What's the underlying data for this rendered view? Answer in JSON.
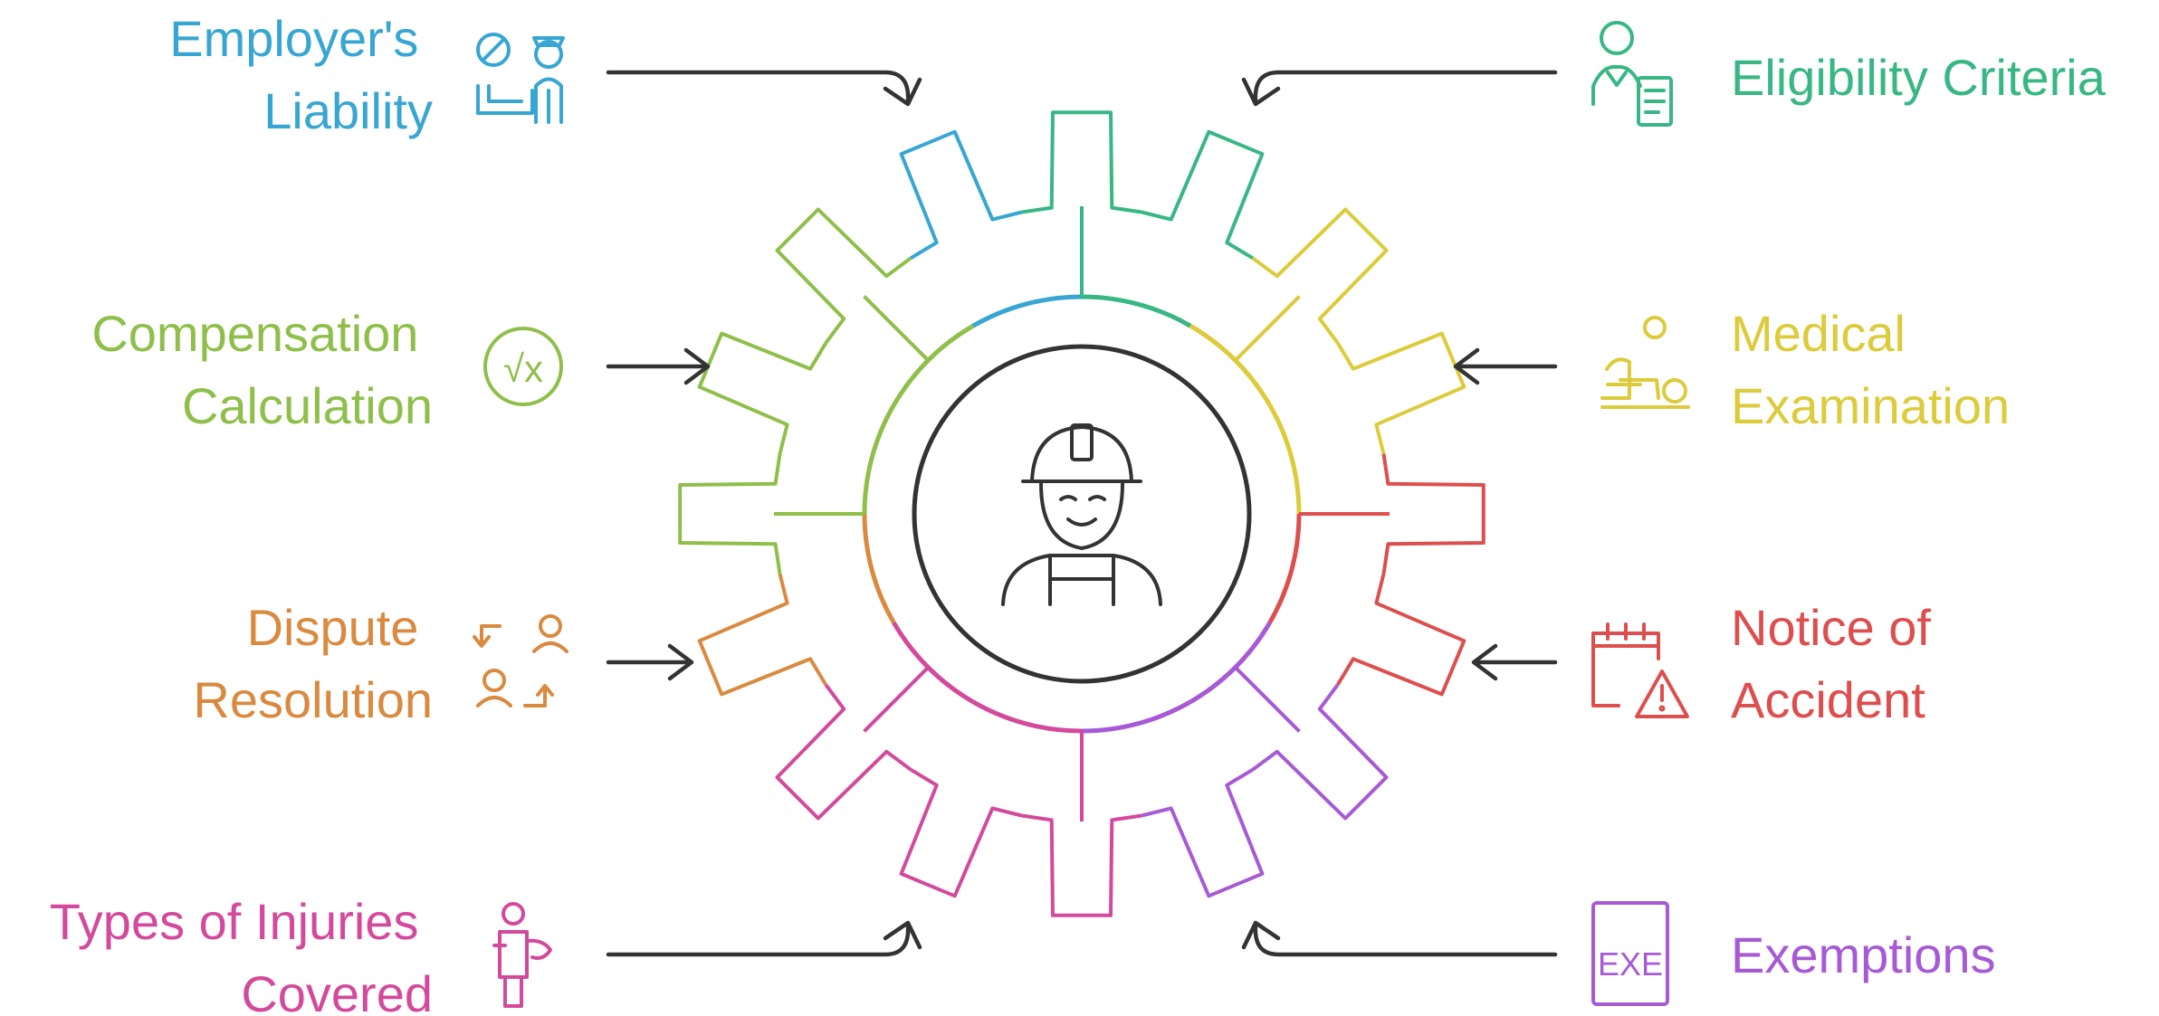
{
  "labels": {
    "employers_liability": [
      "Employer's",
      "Liability"
    ],
    "compensation_calculation": [
      "Compensation",
      "Calculation"
    ],
    "dispute_resolution": [
      "Dispute",
      "Resolution"
    ],
    "types_of_injuries": [
      "Types of Injuries",
      "Covered"
    ],
    "eligibility_criteria": [
      "Eligibility Criteria"
    ],
    "medical_examination": [
      "Medical",
      "Examination"
    ],
    "notice_of_accident": [
      "Notice of",
      "Accident"
    ],
    "exemptions": [
      "Exemptions"
    ]
  },
  "icons": {
    "exemptions_icon_text": "EXE",
    "compensation_icon_text": "√x"
  },
  "colors": {
    "blue": "#37a6d2",
    "green": "#38b784",
    "lime": "#8fbf4a",
    "yellow": "#dccb3a",
    "orange": "#d98a3f",
    "red": "#dd4f4f",
    "pink": "#d34a9c",
    "purple": "#a65ad6",
    "dark": "#333333"
  }
}
